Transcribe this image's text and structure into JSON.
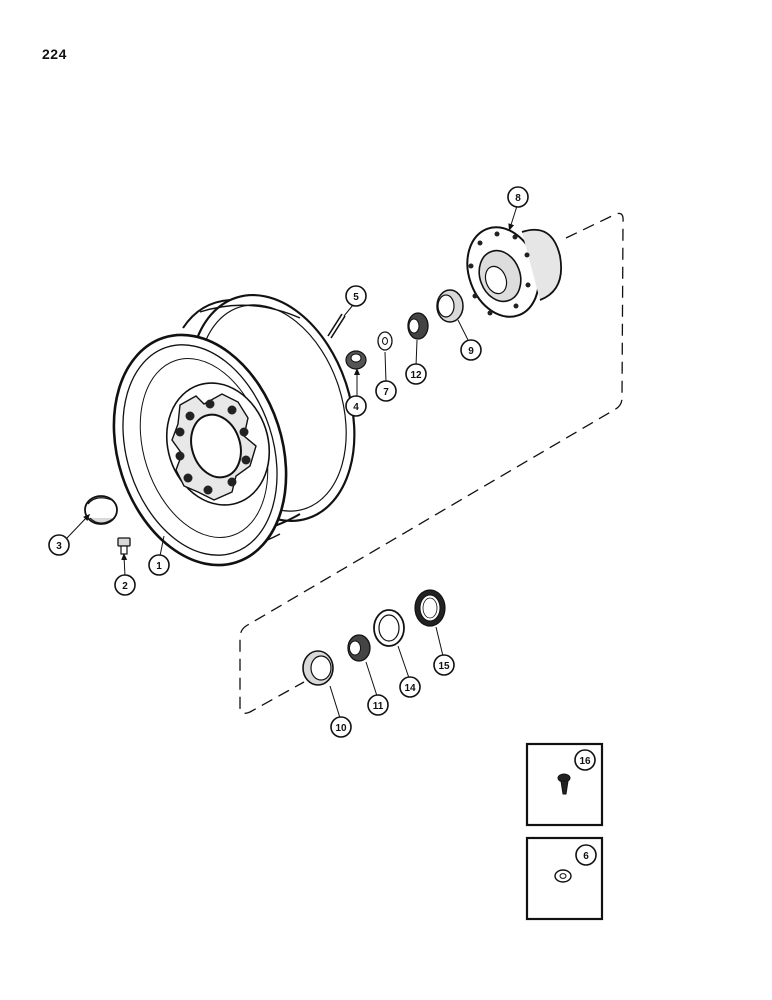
{
  "page_number": "224",
  "callouts": {
    "c1": "1",
    "c2": "2",
    "c3": "3",
    "c4": "4",
    "c5": "5",
    "c6": "6",
    "c7": "7",
    "c8": "8",
    "c9": "9",
    "c10": "10",
    "c11": "11",
    "c12": "12",
    "c14": "14",
    "c15": "15",
    "c16": "16"
  },
  "colors": {
    "ink": "#111111",
    "paper": "#ffffff",
    "shade": "#d9d9d9"
  }
}
